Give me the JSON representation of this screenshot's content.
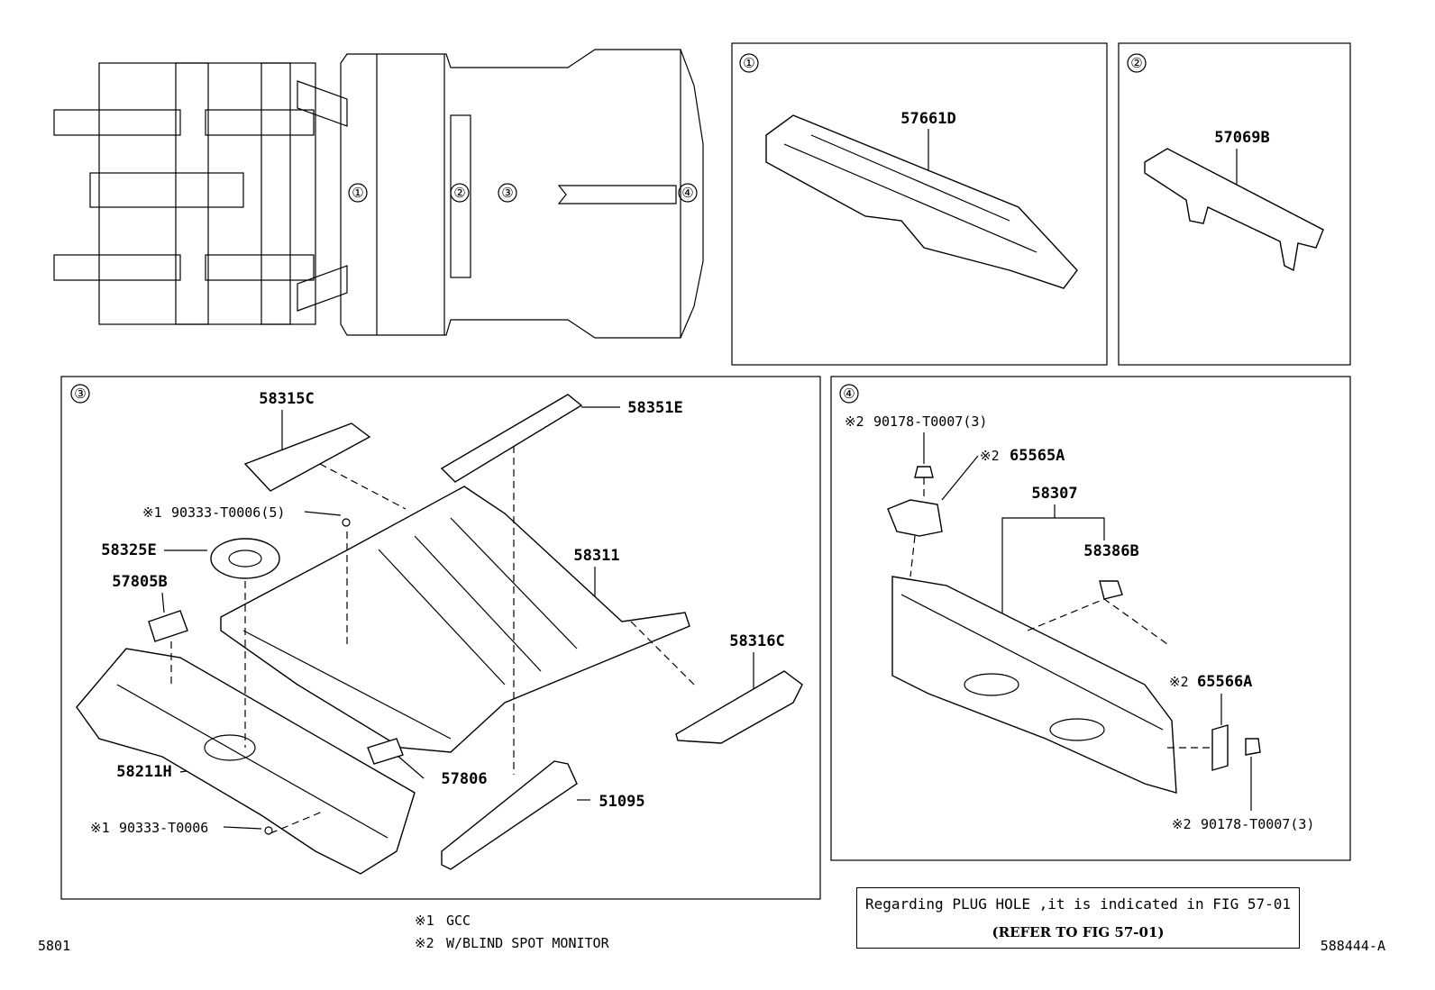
{
  "panels": {
    "p1": {
      "marker": "①",
      "part": "57661D"
    },
    "p2": {
      "marker": "②",
      "part": "57069B"
    },
    "p3": {
      "marker": "③",
      "parts": {
        "a": "58315C",
        "b": "58351E",
        "c": "58325E",
        "d": "57805B",
        "e": "58311",
        "f": "58316C",
        "g": "58211H",
        "h": "57806",
        "i": "51095"
      },
      "bolt1_mark": "※1",
      "bolt1": "90333-T0006(5)",
      "bolt2_mark": "※1",
      "bolt2": "90333-T0006"
    },
    "p4": {
      "marker": "④",
      "nut1_mark": "※2",
      "nut1": "90178-T0007(3)",
      "bracket1_mark": "※2",
      "bracket1": "65565A",
      "panel": "58307",
      "clip": "58386B",
      "bracket2_mark": "※2",
      "bracket2": "65566A",
      "nut2_mark": "※2",
      "nut2": "90178-T0007(3)"
    }
  },
  "overview": {
    "m1": "①",
    "m2": "②",
    "m3": "③",
    "m4": "④"
  },
  "footnotes": {
    "n1_mark": "※1",
    "n1": "GCC",
    "n2_mark": "※2",
    "n2": "W/BLIND SPOT MONITOR"
  },
  "note": {
    "line1": "Regarding PLUG HOLE ,it is indicated in FIG 57-01",
    "line2": "(REFER TO FIG 57-01)"
  },
  "page_code": "5801",
  "illustration_code": "588444-A"
}
